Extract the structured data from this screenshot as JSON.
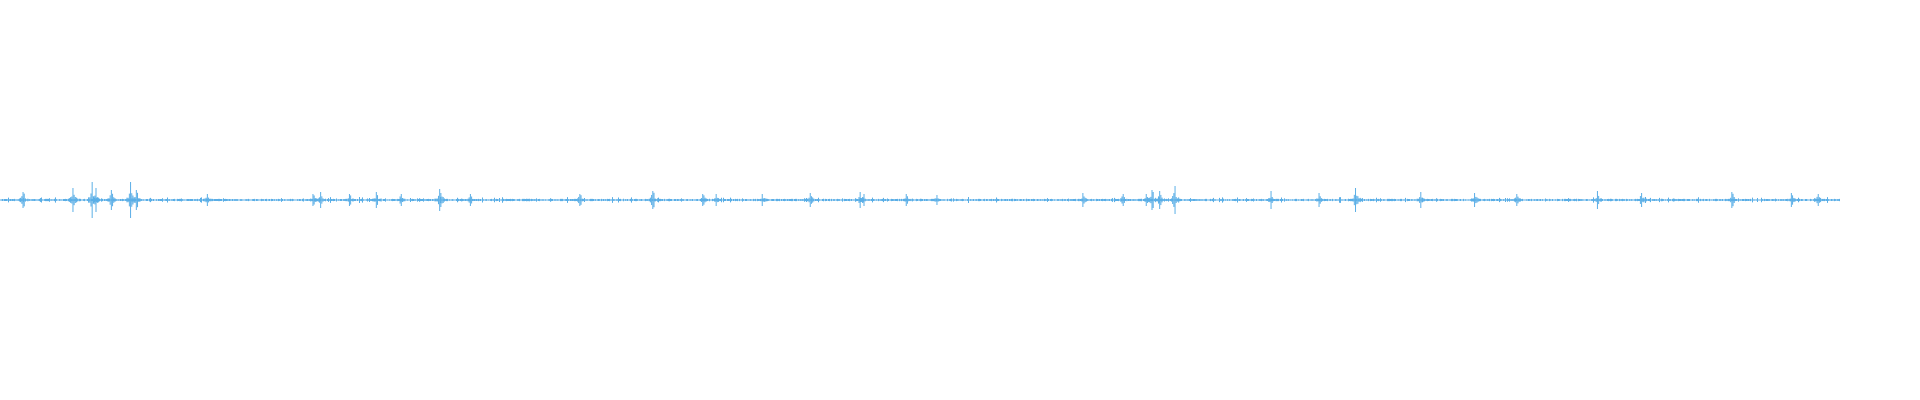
{
  "waveform": {
    "color": "#5aaee6",
    "duration_fraction_shown": 0.958,
    "baseline_amplitude": 0.004,
    "peaks": [
      {
        "t": 0.012,
        "amp": 0.04
      },
      {
        "t": 0.038,
        "amp": 0.06
      },
      {
        "t": 0.048,
        "amp": 0.09
      },
      {
        "t": 0.05,
        "amp": 0.06
      },
      {
        "t": 0.058,
        "amp": 0.05
      },
      {
        "t": 0.068,
        "amp": 0.09
      },
      {
        "t": 0.071,
        "amp": 0.05
      },
      {
        "t": 0.108,
        "amp": 0.03
      },
      {
        "t": 0.163,
        "amp": 0.03
      },
      {
        "t": 0.167,
        "amp": 0.04
      },
      {
        "t": 0.182,
        "amp": 0.03
      },
      {
        "t": 0.196,
        "amp": 0.04
      },
      {
        "t": 0.209,
        "amp": 0.03
      },
      {
        "t": 0.229,
        "amp": 0.055
      },
      {
        "t": 0.245,
        "amp": 0.03
      },
      {
        "t": 0.302,
        "amp": 0.03
      },
      {
        "t": 0.34,
        "amp": 0.045
      },
      {
        "t": 0.366,
        "amp": 0.03
      },
      {
        "t": 0.373,
        "amp": 0.03
      },
      {
        "t": 0.397,
        "amp": 0.03
      },
      {
        "t": 0.422,
        "amp": 0.035
      },
      {
        "t": 0.448,
        "amp": 0.04
      },
      {
        "t": 0.45,
        "amp": 0.03
      },
      {
        "t": 0.472,
        "amp": 0.03
      },
      {
        "t": 0.488,
        "amp": 0.025
      },
      {
        "t": 0.564,
        "amp": 0.035
      },
      {
        "t": 0.585,
        "amp": 0.03
      },
      {
        "t": 0.597,
        "amp": 0.03
      },
      {
        "t": 0.6,
        "amp": 0.05
      },
      {
        "t": 0.604,
        "amp": 0.045
      },
      {
        "t": 0.612,
        "amp": 0.07
      },
      {
        "t": 0.662,
        "amp": 0.045
      },
      {
        "t": 0.687,
        "amp": 0.035
      },
      {
        "t": 0.706,
        "amp": 0.06
      },
      {
        "t": 0.74,
        "amp": 0.04
      },
      {
        "t": 0.768,
        "amp": 0.035
      },
      {
        "t": 0.79,
        "amp": 0.03
      },
      {
        "t": 0.832,
        "amp": 0.045
      },
      {
        "t": 0.855,
        "amp": 0.035
      },
      {
        "t": 0.902,
        "amp": 0.04
      },
      {
        "t": 0.933,
        "amp": 0.035
      },
      {
        "t": 0.947,
        "amp": 0.03
      }
    ]
  }
}
